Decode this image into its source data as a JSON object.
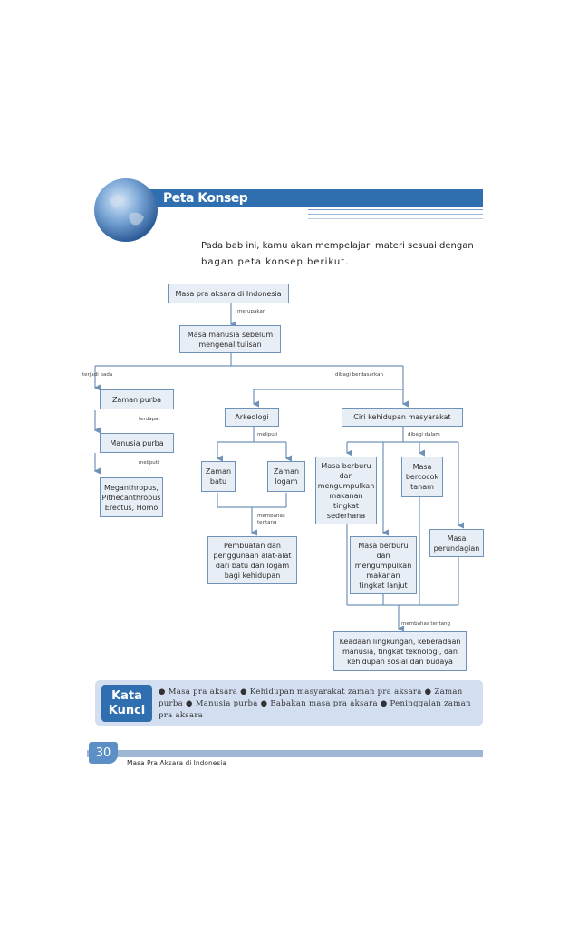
{
  "header": {
    "title": "Peta Konsep",
    "intro_line1": "Pada bab ini, kamu akan mempelajari materi sesuai dengan",
    "intro_line2": "bagan peta konsep berikut."
  },
  "concept_map": {
    "root": "Masa pra aksara di Indonesia",
    "link_merupakan": "merupakan",
    "before_writing": "Masa manusia sebelum mengenal tulisan",
    "link_terjadi_pada": "terjadi pada",
    "link_dibagi_berdasarkan": "dibagi berdasarkan",
    "zaman_purba": "Zaman purba",
    "link_terdapat": "terdapat",
    "manusia_purba": "Manusia purba",
    "link_meliputi_1": "meliputi",
    "species": "Meganthropus, Pithecanthropus Erectus, Homo",
    "arkeologi": "Arkeologi",
    "link_meliputi_2": "meliputi",
    "zaman_batu": "Zaman batu",
    "zaman_logam": "Zaman logam",
    "link_membahas_tentang_1": "membahas tentang",
    "pembuatan": "Pembuatan dan penggunaan alat-alat dari batu dan logam bagi kehidupan",
    "ciri": "Ciri kehidupan masyarakat",
    "link_dibagi_dalam": "dibagi dalam",
    "berburu_sederhana": "Masa berburu dan mengumpulkan makanan tingkat sederhana",
    "bercocok_tanam": "Masa bercocok tanam",
    "berburu_lanjut": "Masa berburu dan mengumpulkan makanan tingkat lanjut",
    "perundagian": "Masa perundagian",
    "link_membahas_tentang_2": "membahas tentang",
    "keadaan": "Keadaan lingkungan, keberadaan manusia, tingkat teknologi, dan kehidupan sosial dan budaya"
  },
  "kata_kunci": {
    "badge_line1": "Kata",
    "badge_line2": "Kunci",
    "text": "● Masa pra aksara ● Kehidupan masyarakat zaman pra aksara ● Zaman purba ● Manusia purba ● Babakan masa pra aksara ● Peninggalan zaman pra aksara"
  },
  "footer": {
    "page_number": "30",
    "running_title": "Masa Pra Aksara di Indonesia"
  },
  "colors": {
    "accent": "#2f6fb0",
    "box_fill": "#e8eef5",
    "box_border": "#6f93b8",
    "kata_kunci_bg": "#d3dff0"
  }
}
